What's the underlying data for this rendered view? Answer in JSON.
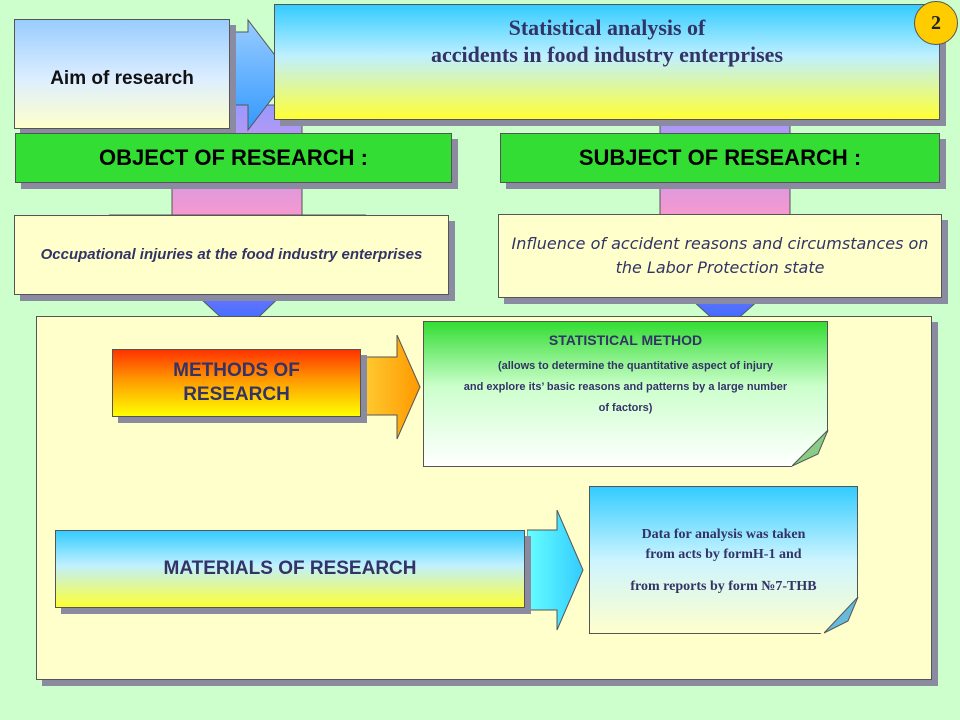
{
  "slide": {
    "number": "2",
    "title_line1": "Statistical analysis of",
    "title_line2": "accidents in food industry enterprises",
    "aim_label": "Aim of research",
    "object": {
      "heading": "OBJECT OF RESEARCH :",
      "text": "Occupational injuries at the food industry enterprises"
    },
    "subject": {
      "heading": "SUBJECT OF RESEARCH :",
      "text": "Influence of accident reasons and circumstances  on the Labor Protection state"
    },
    "methods": {
      "label": "METHODS OF RESEARCH",
      "card_title": "STATISTICAL METHOD",
      "card_line1": "(allows to determine the quantitative aspect  of injury",
      "card_line2": "and explore its’ basic reasons and patterns by a large number",
      "card_line3": "of factors)"
    },
    "materials": {
      "label": "MATERIALS OF RESEARCH",
      "card_line1": "Data for analysis was taken",
      "card_line2": "from acts by formH-1 and",
      "card_line3": "from reports by form №7-ТНВ"
    }
  }
}
